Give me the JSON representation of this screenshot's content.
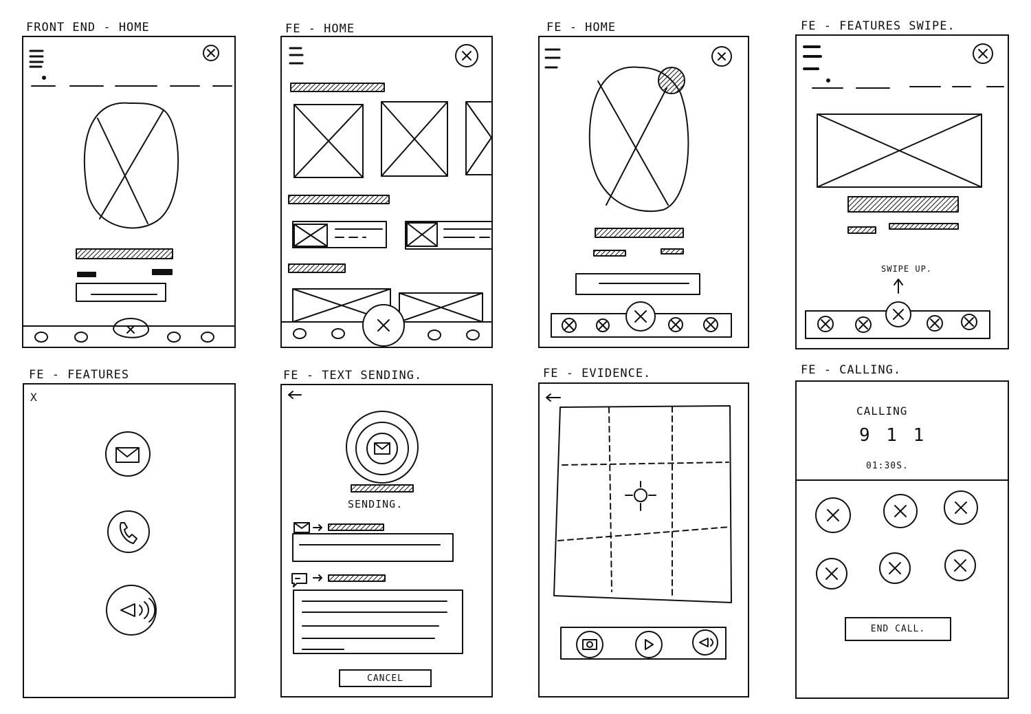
{
  "screens": [
    {
      "label": "FRONT END - HOME"
    },
    {
      "label": "FE - HOME"
    },
    {
      "label": "FE - HOME"
    },
    {
      "label": "FE - FEATURES SWIPE."
    },
    {
      "label": "FE - FEATURES"
    },
    {
      "label": "FE - TEXT SENDING."
    },
    {
      "label": "FE - EVIDENCE."
    },
    {
      "label": "FE - CALLING."
    }
  ],
  "features_swipe": {
    "hint": "SWIPE UP."
  },
  "features": {
    "close": "X"
  },
  "text_sending": {
    "back": "←",
    "status": "SENDING.",
    "cancel": "CANCEL"
  },
  "evidence": {
    "back": "←"
  },
  "calling": {
    "title": "CALLING",
    "number": "9 1 1",
    "timer": "01:30S.",
    "end_call": "END CALL."
  }
}
